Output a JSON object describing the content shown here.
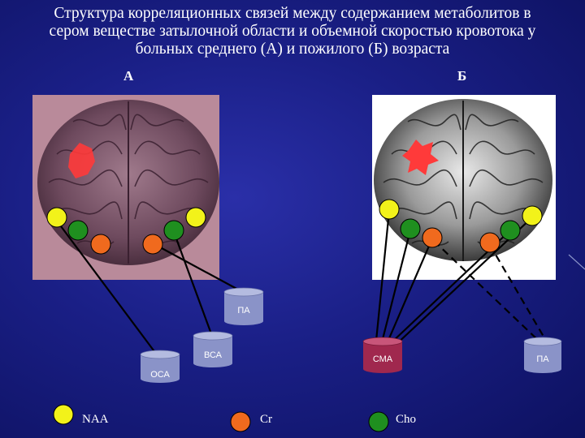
{
  "title": {
    "line1": "Структура корреляционных связей между содержанием метаболитов в",
    "line2": "сером веществе затылочной области и объемной скоростью кровотока у",
    "line3": "больных среднего (А) и пожилого (Б) возраста"
  },
  "panels": {
    "a_label": "А",
    "b_label": "Б"
  },
  "arteries": {
    "pa_left": "ПА",
    "vsa": "ВСА",
    "osa": "ОСА",
    "sma": "СМА",
    "pa_right": "ПА"
  },
  "legend": {
    "naa": "NAA",
    "cr": "Cr",
    "cho": "Cho"
  },
  "colors": {
    "background": "#1a1f86",
    "naa": "#f2f21a",
    "cr": "#f06a1e",
    "cho": "#1f8f1f",
    "cylinder_blue": "#8a93c8",
    "cylinder_red": "#a0284e",
    "brain_a_panel": "#b98a9a",
    "brain_b_panel": "#ffffff",
    "lesion": "#ff3a3a"
  }
}
